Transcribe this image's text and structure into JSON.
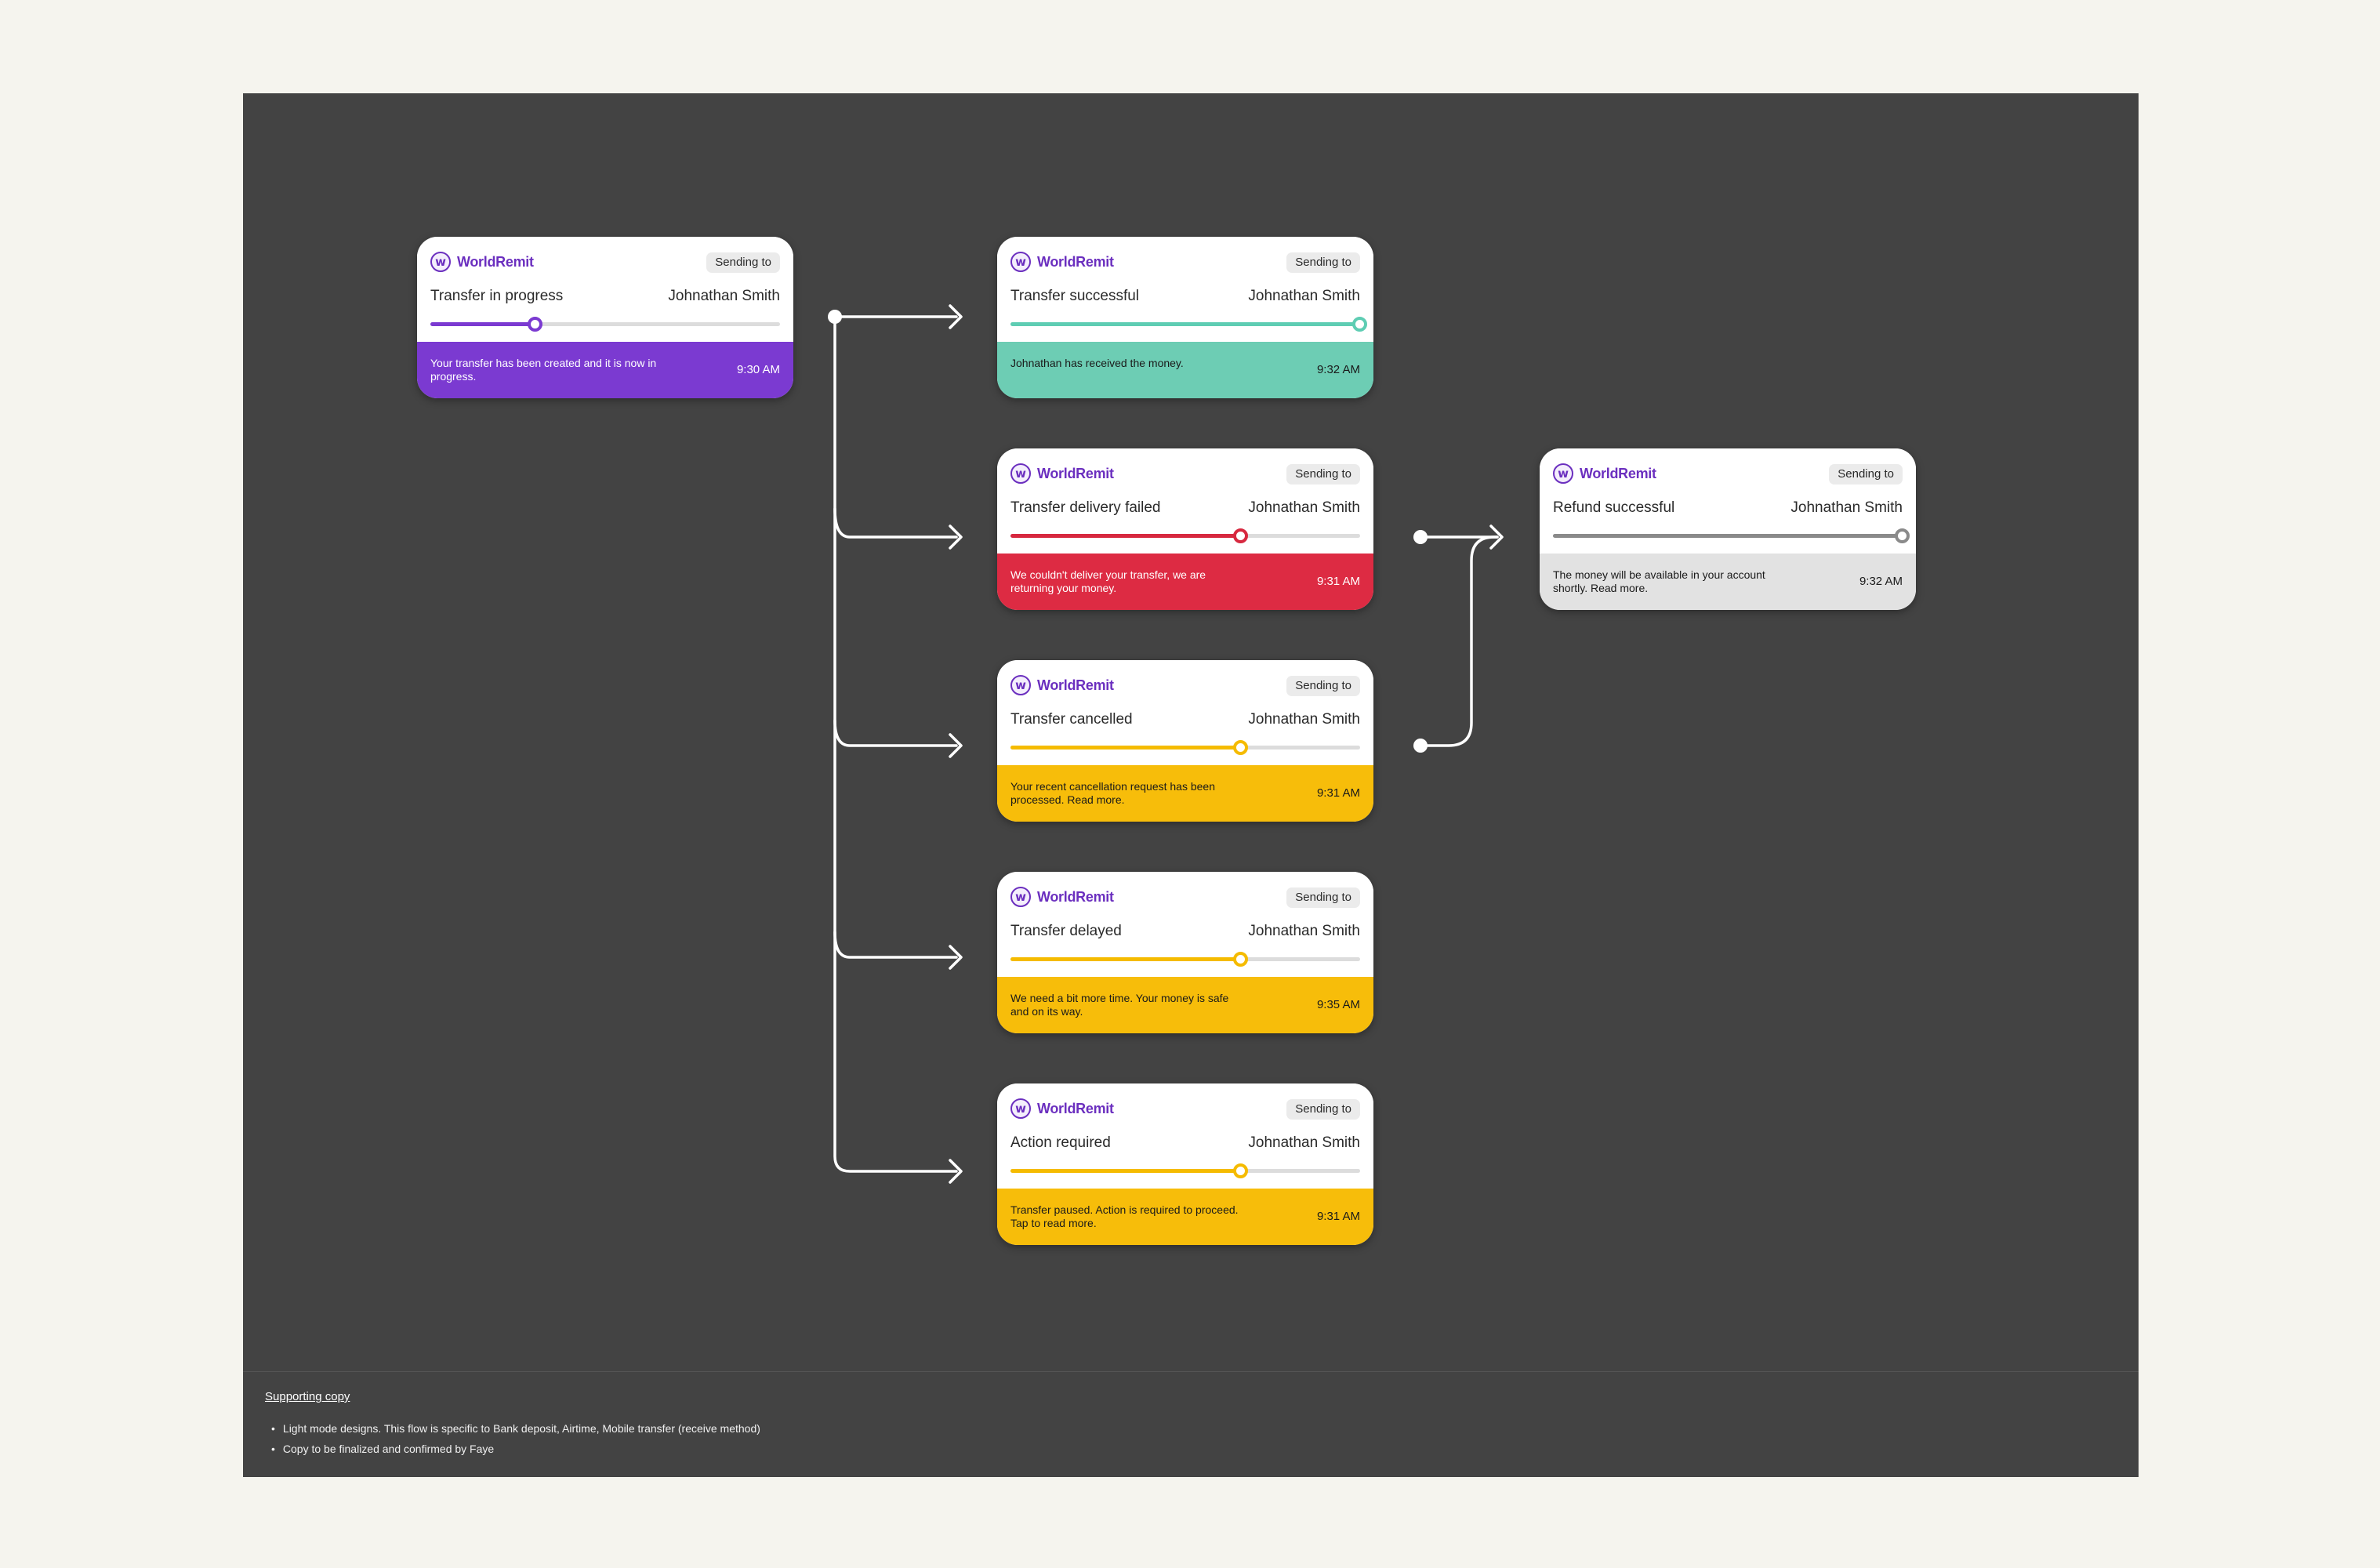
{
  "brand": {
    "mark": "w",
    "name": "WorldRemit"
  },
  "cards": [
    {
      "status": "Transfer in progress",
      "pill": "Sending to",
      "recipient": "Johnathan Smith",
      "progress": 0.3,
      "message": "Your transfer has been created and it is now in progress.",
      "time": "9:30 AM",
      "accent": "#7b3ad1",
      "banner_bg": "#7b3ad1",
      "banner_text": "#ffffff"
    },
    {
      "status": "Transfer successful",
      "pill": "Sending to",
      "recipient": "Johnathan Smith",
      "progress": 1.0,
      "message": "Johnathan has received the money.",
      "time": "9:32 AM",
      "accent": "#5ecdb3",
      "banner_bg": "#6dcdb4",
      "banner_text": "#1a1a1a"
    },
    {
      "status": "Transfer delivery failed",
      "pill": "Sending to",
      "recipient": "Johnathan Smith",
      "progress": 0.66,
      "message": "We couldn't deliver your transfer, we are returning your money.",
      "time": "9:31 AM",
      "accent": "#d7283f",
      "banner_bg": "#dd2b43",
      "banner_text": "#ffffff"
    },
    {
      "status": "Transfer cancelled",
      "pill": "Sending to",
      "recipient": "Johnathan Smith",
      "progress": 0.66,
      "message": "Your recent cancellation request has been processed. Read more.",
      "time": "9:31 AM",
      "accent": "#f5bb00",
      "banner_bg": "#f7bd0a",
      "banner_text": "#1a1a1a"
    },
    {
      "status": "Transfer delayed",
      "pill": "Sending to",
      "recipient": "Johnathan Smith",
      "progress": 0.66,
      "message": "We need a bit more time. Your money is safe and on its way.",
      "time": "9:35 AM",
      "accent": "#f5bb00",
      "banner_bg": "#f7bd0a",
      "banner_text": "#1a1a1a"
    },
    {
      "status": "Action required",
      "pill": "Sending to",
      "recipient": "Johnathan Smith",
      "progress": 0.66,
      "message": "Transfer paused. Action is required to proceed. Tap to read more.",
      "time": "9:31 AM",
      "accent": "#f5bb00",
      "banner_bg": "#f7bd0a",
      "banner_text": "#1a1a1a"
    },
    {
      "status": "Refund successful",
      "pill": "Sending to",
      "recipient": "Johnathan Smith",
      "progress": 1.0,
      "message": "The money will be available in your account shortly. Read more.",
      "time": "9:32 AM",
      "accent": "#8a8a8a",
      "banner_bg": "#e2e2e2",
      "banner_text": "#1a1a1a"
    }
  ],
  "notes": {
    "title": "Supporting copy",
    "items": [
      "Light mode designs. This flow is specific to Bank deposit, Airtime, Mobile transfer (receive method)",
      "Copy to be finalized and confirmed by Faye"
    ]
  }
}
